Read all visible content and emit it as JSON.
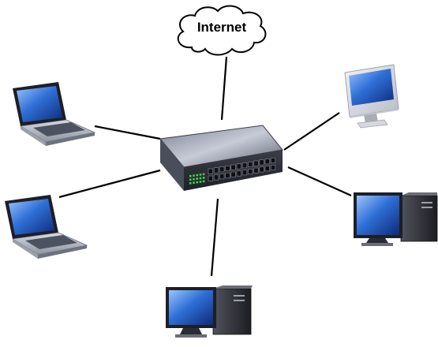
{
  "diagram": {
    "cloud": {
      "label": "Internet",
      "icon": "cloud-icon"
    },
    "hub": {
      "icon": "network-switch-icon",
      "port_count": 24
    },
    "devices": [
      {
        "id": "laptop-top-left",
        "icon": "laptop-icon"
      },
      {
        "id": "laptop-bottom-left",
        "icon": "laptop-icon"
      },
      {
        "id": "desktop-bottom-center",
        "icon": "desktop-computer-icon"
      },
      {
        "id": "desktop-right",
        "icon": "desktop-computer-icon"
      },
      {
        "id": "imac-top-right",
        "icon": "all-in-one-monitor-icon"
      }
    ],
    "colors": {
      "screen": "#2f6fd6",
      "switch_body": "#5b6070",
      "port_led": "#3fd14a",
      "tower": "#2a2c33",
      "line": "#000000"
    }
  }
}
